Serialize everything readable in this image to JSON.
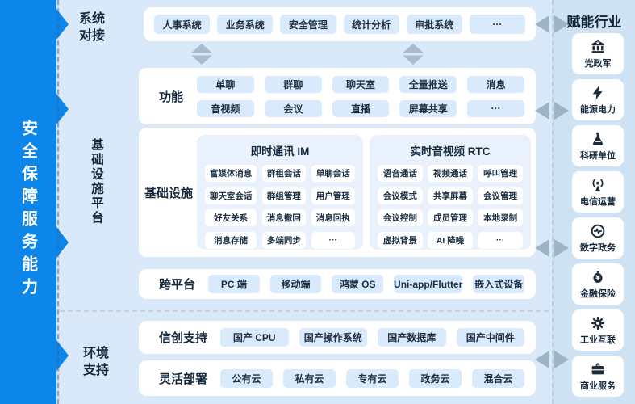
{
  "left_bar": {
    "title": "安全保障服务能力"
  },
  "side_labels": {
    "system": "系统对接",
    "infra_platform": "基础设施平台",
    "environment": "环境支持"
  },
  "system_row": {
    "items": [
      "人事系统",
      "业务系统",
      "安全管理",
      "统计分析",
      "审批系统",
      "···"
    ]
  },
  "feature": {
    "label": "功能",
    "row1": [
      "单聊",
      "群聊",
      "聊天室",
      "全量推送",
      "消息"
    ],
    "row2": [
      "音视频",
      "会议",
      "直播",
      "屏幕共享",
      "···"
    ]
  },
  "infrastructure": {
    "label": "基础设施",
    "im": {
      "title": "即时通讯 IM",
      "items": [
        "富媒体消息",
        "群租会话",
        "单聊会话",
        "聊天室会话",
        "群组管理",
        "用户管理",
        "好友关系",
        "消息撤回",
        "消息回执",
        "消息存储",
        "多端同步",
        "···"
      ]
    },
    "rtc": {
      "title": "实时音视频 RTC",
      "items": [
        "语音通话",
        "视频通话",
        "呼叫管理",
        "会议模式",
        "共享屏幕",
        "会议管理",
        "会议控制",
        "成员管理",
        "本地录制",
        "虚拟背景",
        "AI 降噪",
        "···"
      ]
    }
  },
  "cross_platform": {
    "label": "跨平台",
    "items": [
      "PC 端",
      "移动端",
      "鸿蒙 OS",
      "Uni-app/Flutter",
      "嵌入式设备"
    ]
  },
  "xinchuang": {
    "label": "信创支持",
    "items": [
      "国产 CPU",
      "国产操作系统",
      "国产数据库",
      "国产中间件"
    ]
  },
  "deployment": {
    "label": "灵活部署",
    "items": [
      "公有云",
      "私有云",
      "专有云",
      "政务云",
      "混合云"
    ]
  },
  "industries": {
    "title": "赋能行业",
    "items": [
      {
        "icon": "government-icon",
        "label": "党政军"
      },
      {
        "icon": "energy-icon",
        "label": "能源电力"
      },
      {
        "icon": "research-icon",
        "label": "科研单位"
      },
      {
        "icon": "telecom-icon",
        "label": "电信运营"
      },
      {
        "icon": "digital-gov-icon",
        "label": "数字政务"
      },
      {
        "icon": "finance-icon",
        "label": "金融保险"
      },
      {
        "icon": "industry-icon",
        "label": "工业互联"
      },
      {
        "icon": "business-icon",
        "label": "商业服务"
      }
    ]
  },
  "colors": {
    "brand_blue": "#0c86e9",
    "page_bg": "#cfe2f3",
    "main_bg": "#d9e9fa",
    "chip_bg": "#d9eafc",
    "sub_panel_bg": "#e8f1fc",
    "text_dark": "#16293c",
    "arrow_gray": "#9db4c7"
  }
}
